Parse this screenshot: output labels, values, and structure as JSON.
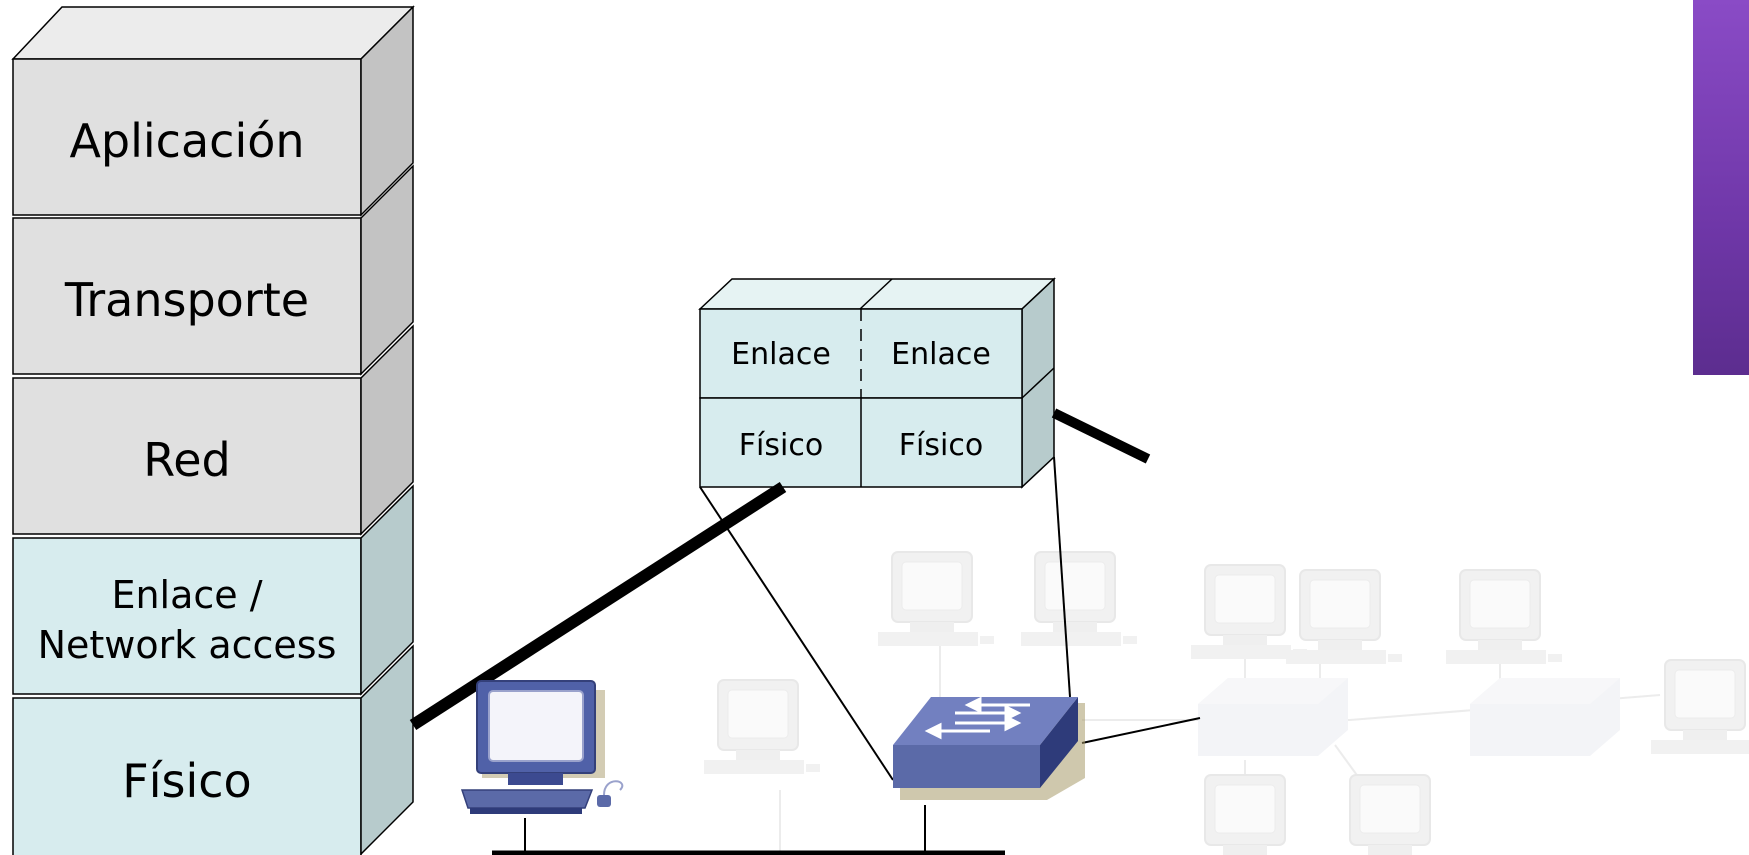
{
  "stack": {
    "layers": [
      {
        "label": "Aplicación"
      },
      {
        "label": "Transporte"
      },
      {
        "label": "Red"
      },
      {
        "label_line1": "Enlace /",
        "label_line2": "Network access"
      },
      {
        "label": "Físico"
      }
    ]
  },
  "switch_stack": {
    "upper_left": "Enlace",
    "upper_right": "Enlace",
    "lower_left": "Físico",
    "lower_right": "Físico"
  },
  "colors": {
    "upper_layer_face": "#e0e0e0",
    "lower_layer_face": "#d7ecee",
    "switch_blue": "#5f6fb0",
    "accent_purple": "#7a3fb8"
  }
}
